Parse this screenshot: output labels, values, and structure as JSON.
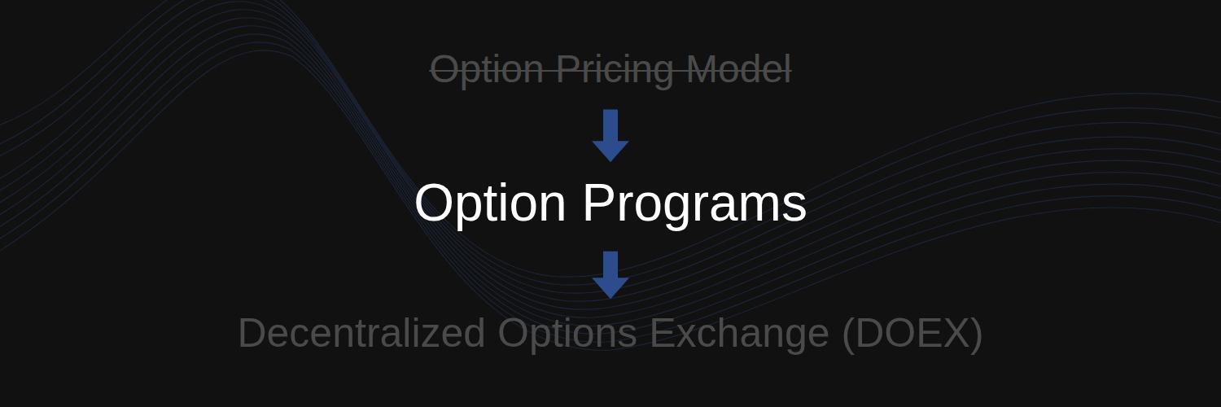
{
  "diagram": {
    "nodes": [
      {
        "text": [
          "Option Pricing Model"
        ]
      },
      {
        "text": [
          "Option Programs"
        ]
      },
      {
        "text": [
          "Decentralized Options Exchange (DOEX)"
        ]
      }
    ],
    "edges": [
      {
        "from": 0,
        "to": 1,
        "arrow": "to"
      },
      {
        "from": 1,
        "to": 2,
        "arrow": "to"
      }
    ]
  }
}
